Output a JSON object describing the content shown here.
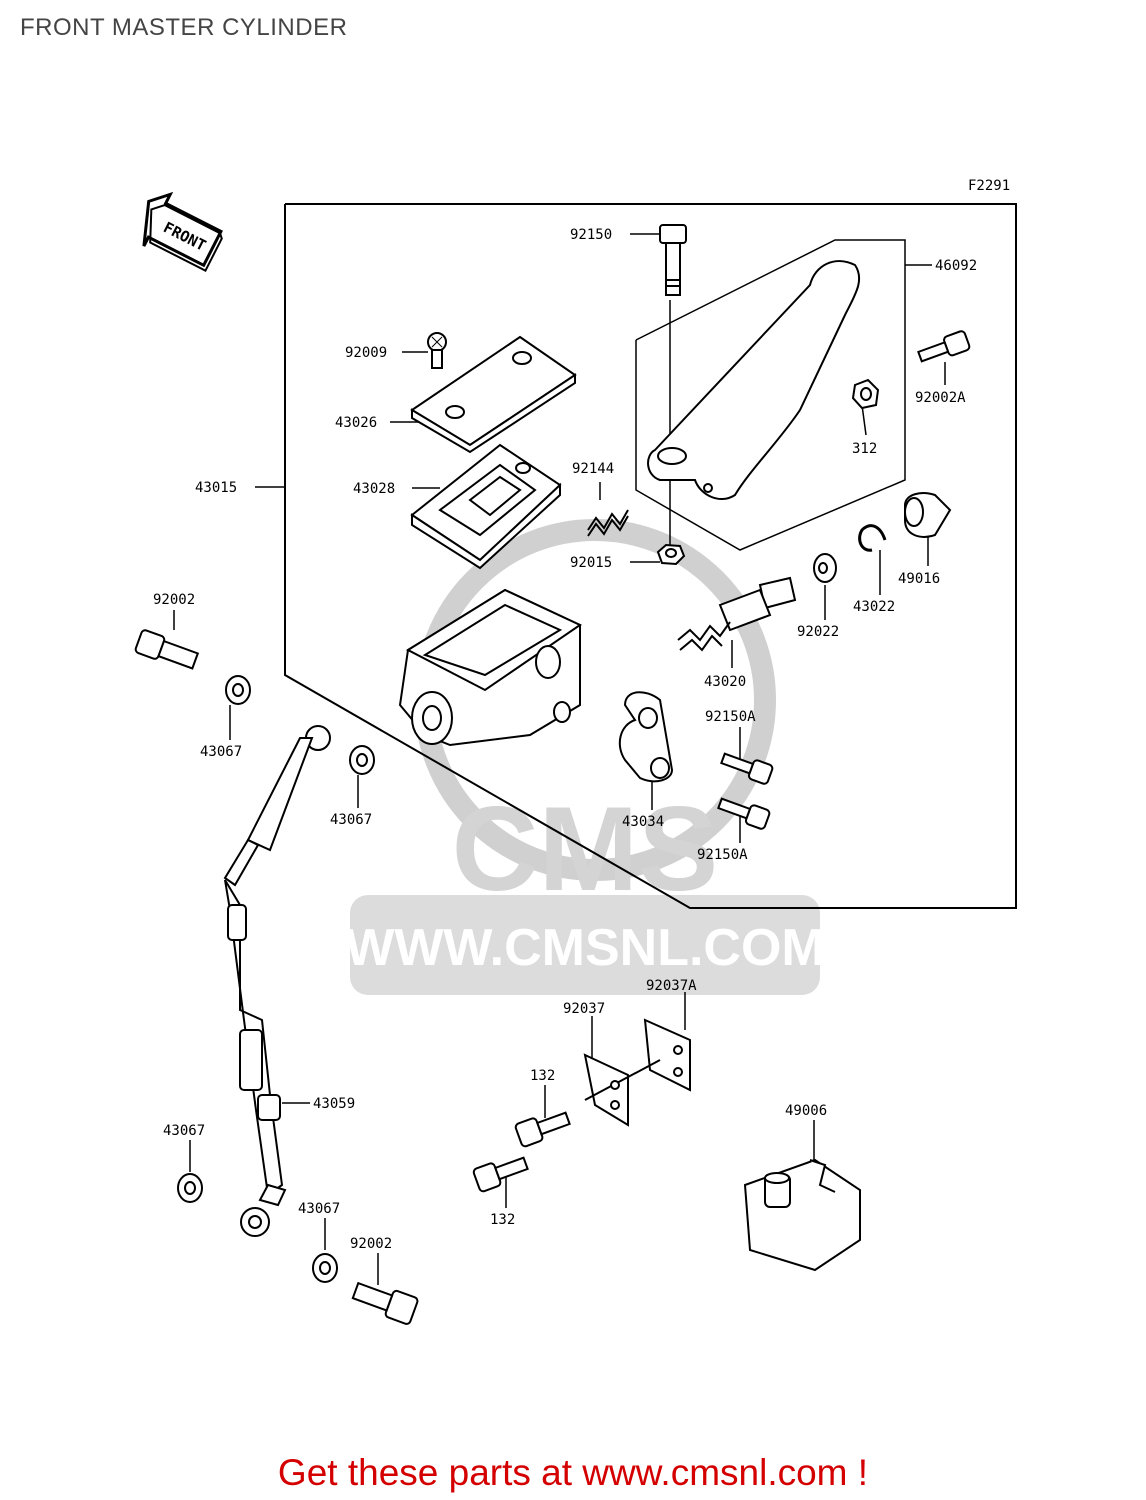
{
  "page": {
    "title": "FRONT MASTER CYLINDER",
    "figure_code": "F2291",
    "footer": "Get these parts at www.cmsnl.com !"
  },
  "watermark": {
    "logo_text": "CMS",
    "url_text": "WWW.CMSNL.COM"
  },
  "front_arrow": {
    "label": "FRONT"
  },
  "parts": {
    "p92150": "92150",
    "p46092": "46092",
    "p92009": "92009",
    "p92002A": "92002A",
    "p43026": "43026",
    "p312": "312",
    "p43015": "43015",
    "p43028": "43028",
    "p92144": "92144",
    "p92015": "92015",
    "p49016": "49016",
    "p43022": "43022",
    "p92002_top": "92002",
    "p92022": "92022",
    "p43020": "43020",
    "p92150A_a": "92150A",
    "p43067_a": "43067",
    "p43067_b": "43067",
    "p43034": "43034",
    "p92150A_b": "92150A",
    "p92037": "92037",
    "p92037A": "92037A",
    "p132_a": "132",
    "p43059": "43059",
    "p49006": "49006",
    "p43067_c": "43067",
    "p43067_d": "43067",
    "p92002_bot": "92002",
    "p132_b": "132"
  },
  "colors": {
    "line": "#000000",
    "watermark": "#d0d0d0",
    "footer": "#d40000",
    "title": "#444444"
  }
}
